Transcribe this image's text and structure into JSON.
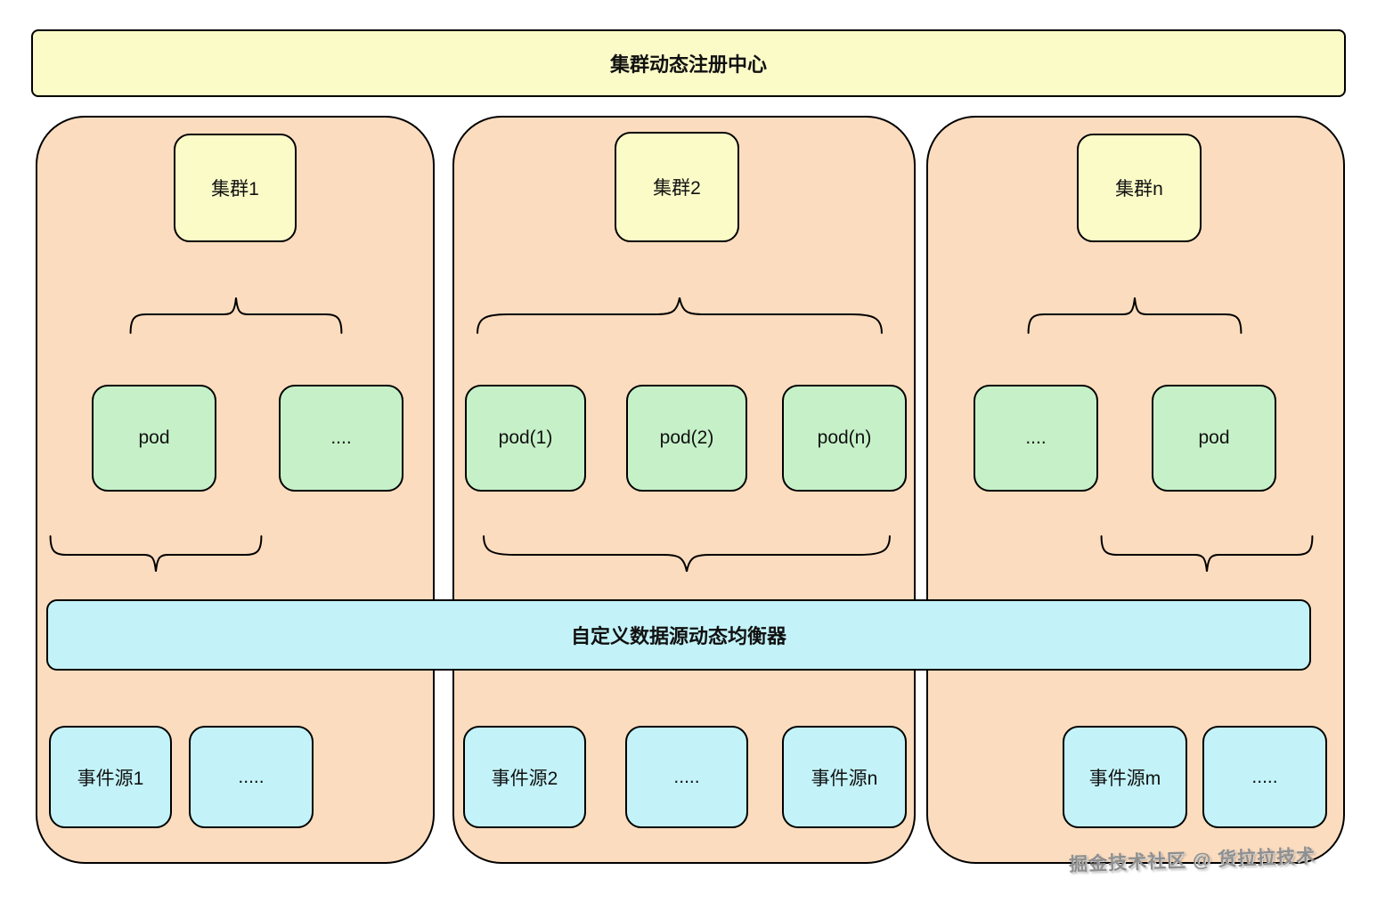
{
  "banner": {
    "label": "集群动态注册中心"
  },
  "balancer": {
    "label": "自定义数据源动态均衡器"
  },
  "watermark": {
    "label": "掘金技术社区 @ 货拉拉技术"
  },
  "clusters": [
    {
      "name": "集群1",
      "pods": [
        "pod",
        "...."
      ],
      "events": [
        "事件源1",
        "....."
      ]
    },
    {
      "name": "集群2",
      "pods": [
        "pod(1)",
        "pod(2)",
        "pod(n)"
      ],
      "events": [
        "事件源2",
        ".....",
        "事件源n"
      ]
    },
    {
      "name": "集群n",
      "pods": [
        "....",
        "pod"
      ],
      "events": [
        "事件源m",
        "....."
      ]
    }
  ],
  "colors": {
    "banner_bg": "#FBFBC8",
    "container_bg": "#FCDCBE",
    "cluster_bg": "#FBFBC8",
    "pod_bg": "#C6F1C8",
    "cyan_bg": "#C3F3F8",
    "border": "#000000"
  }
}
